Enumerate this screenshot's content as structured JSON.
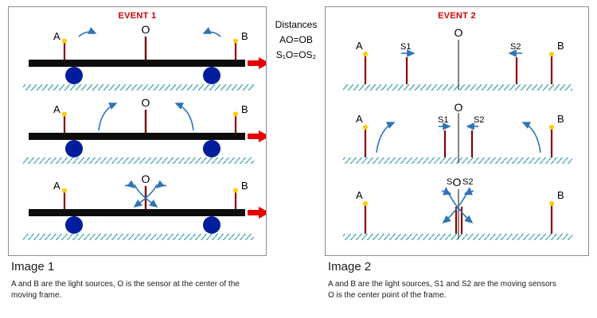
{
  "event1": {
    "title": "EVENT 1",
    "label_a": "A",
    "label_o": "O",
    "label_b": "B",
    "image_label": "Image 1",
    "caption_line1": "A and B are the light sources, O is the sensor at the center of the",
    "caption_line2": "moving frame."
  },
  "distances": {
    "heading": "Distances",
    "eq1": "AO=OB",
    "eq2": "S₁O=OS₂"
  },
  "event2": {
    "title": "EVENT 2",
    "label_a": "A",
    "label_b": "B",
    "label_o": "O",
    "label_s1": "S1",
    "label_s2": "S2",
    "label_s_partial": "S",
    "image_label": "Image 2",
    "caption_line1": "A and B are the light sources, S1 and S2 are the moving sensors",
    "caption_line2": "O is the center point of the frame."
  },
  "colors": {
    "title_red": "#d40000",
    "frame_black": "#0d0d0d",
    "wheel_blue": "#001d9e",
    "post_dark_red": "#8b0000",
    "bulb_yellow": "#ffcc00",
    "ground_teal": "#2f9e9e",
    "motion_arrow_red": "#e60000",
    "light_arrow_blue": "#2e74b5"
  }
}
